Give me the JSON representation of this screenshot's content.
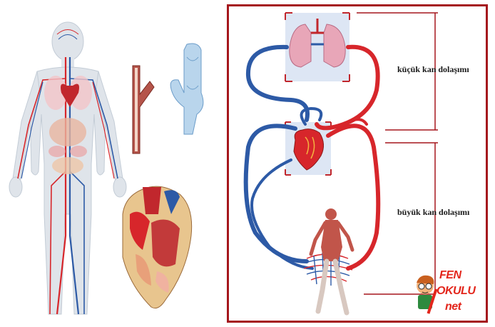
{
  "diagram": {
    "labels": {
      "pulmonary": "küçük kan dolaşımı",
      "systemic": "büyük kan dolaşımı"
    }
  },
  "logo": {
    "line1": "FEN",
    "line2": "OKULU",
    "line3": "net"
  },
  "colors": {
    "artery_red": "#d7262b",
    "vein_blue": "#2d5aa6",
    "frame": "#a5171d",
    "logo_red": "#e3261c"
  }
}
